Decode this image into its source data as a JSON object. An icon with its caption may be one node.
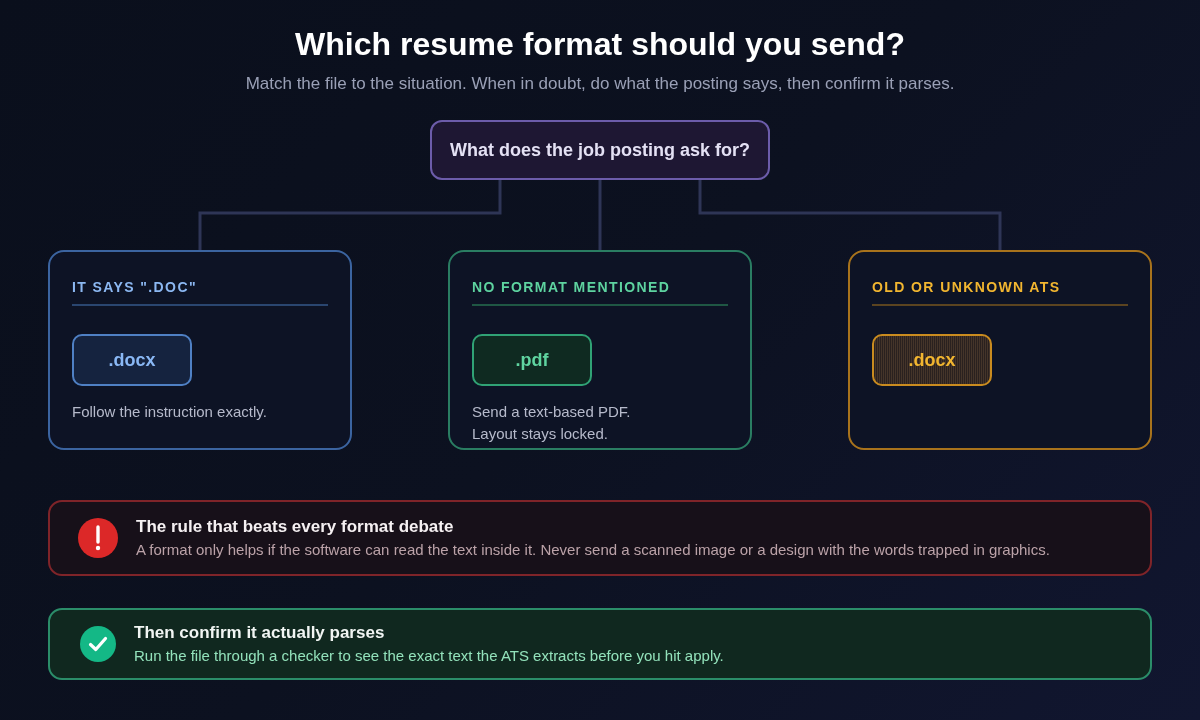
{
  "diagram": {
    "title": "Which resume format should you send?",
    "nodes": [
      {
        "text": [
          "What does the job posting ask for?"
        ]
      },
      {
        "text": [
          "IT SAYS \".DOC\"",
          "Follow the instruction exactly."
        ]
      },
      {
        "text": [
          ".docx"
        ],
        "in": 1
      },
      {
        "text": [
          "NO FORMAT MENTIONED",
          "Send a text-based PDF. Layout stays locked."
        ]
      },
      {
        "text": [
          ".pdf"
        ],
        "in": 3
      },
      {
        "text": [
          "OLD OR UNKNOWN ATS"
        ]
      },
      {
        "text": [
          ".docx"
        ],
        "in": 5
      },
      {
        "text": [
          "The rule that beats every format debate",
          "A format only helps if the software can read the text inside it. Never send a scanned image or a design with the words trapped in graphics."
        ]
      },
      {
        "text": [
          "Then confirm it actually parses",
          "Run the file through a checker to see the exact text the ATS extracts before you hit apply."
        ]
      }
    ],
    "edges": [
      {
        "from": 0,
        "to": 1,
        "arrow": "none"
      },
      {
        "from": 0,
        "to": 3,
        "arrow": "none"
      },
      {
        "from": 0,
        "to": 5,
        "arrow": "none"
      }
    ],
    "labels": [
      "Match the file to the situation. When in doubt, do what the posting says, then confirm it parses."
    ]
  }
}
